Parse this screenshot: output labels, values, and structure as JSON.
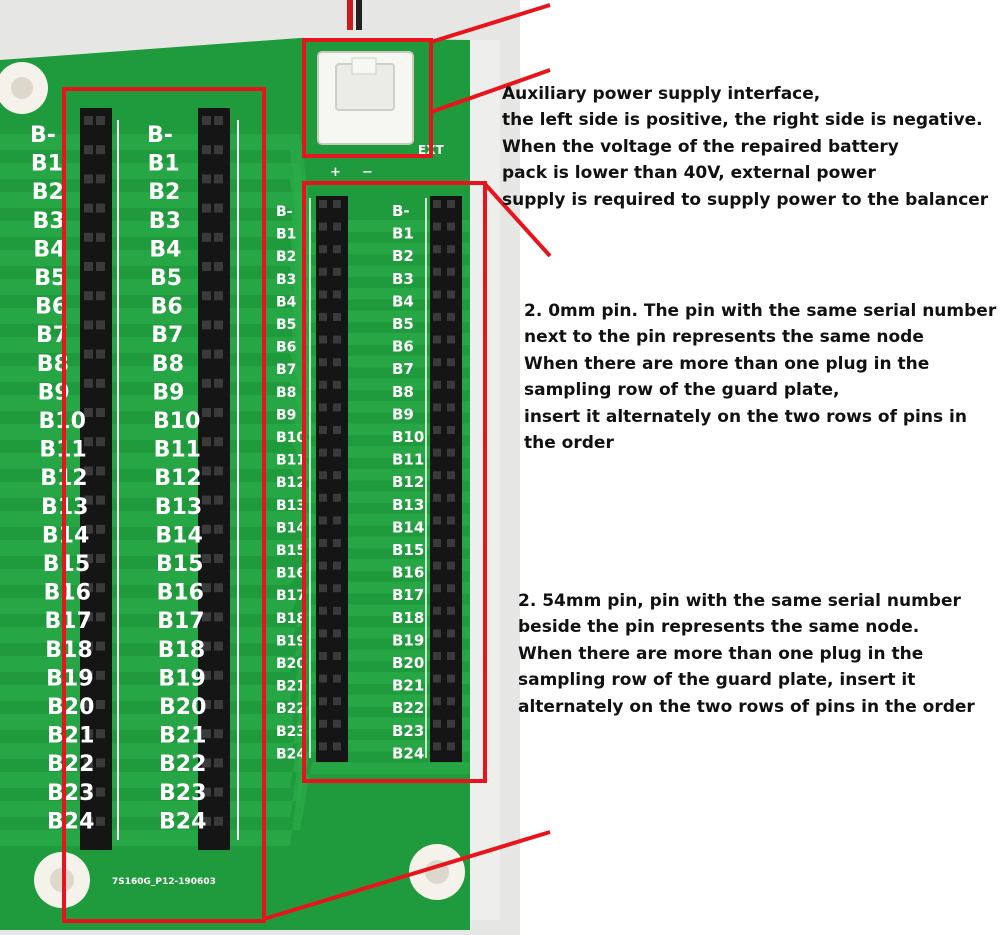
{
  "annotations": {
    "aux_power": [
      "Auxiliary power supply interface,",
      "the left side is positive, the right side is negative.",
      "When the voltage of the repaired battery",
      "pack is lower than 40V, external power",
      "supply is required to supply power to the balancer"
    ],
    "pin_2_0mm": [
      "2. 0mm pin. The pin with the same serial number",
      "next to the pin represents the same node",
      "When there are more than one plug in the",
      "sampling row of the guard plate,",
      "insert it alternately on the two rows of pins in",
      "the order"
    ],
    "pin_2_54mm": [
      "2. 54mm pin, pin with the same serial number",
      "beside the pin represents the same node.",
      "When there are more than one plug in the",
      "sampling row of the guard plate, insert it",
      "alternately on the two rows of pins in the order"
    ]
  },
  "board": {
    "pin_labels": [
      "B-",
      "B1",
      "B2",
      "B3",
      "B4",
      "B5",
      "B6",
      "B7",
      "B8",
      "B9",
      "B10",
      "B11",
      "B12",
      "B13",
      "B14",
      "B15",
      "B16",
      "B17",
      "B18",
      "B19",
      "B20",
      "B21",
      "B22",
      "B23",
      "B24"
    ],
    "part_number": "7S160G_P12-190603",
    "connector_label": "EXT",
    "polarity_plus": "+",
    "polarity_minus": "−"
  },
  "colors": {
    "pcb_green": "#1f9a3c",
    "pcb_trace": "#2cb14a",
    "highlight_red": "#e8141b",
    "header_black": "#151515",
    "silkscreen": "#ffffff"
  }
}
